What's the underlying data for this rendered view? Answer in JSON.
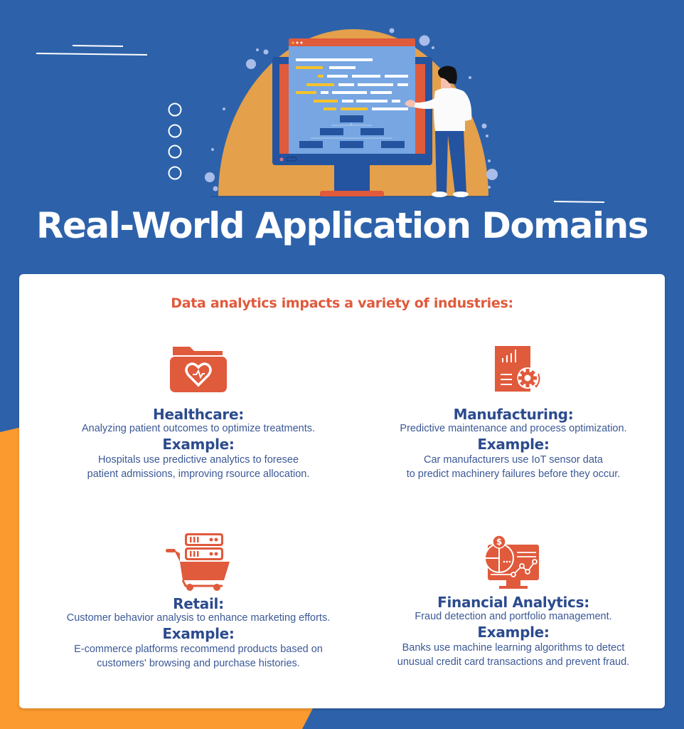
{
  "page": {
    "title": "Real-World Application Domains",
    "subtitle": "Data analytics impacts a variety of industries:"
  },
  "colors": {
    "background_blue": "#2d62ab",
    "accent_orange": "#fb9a2e",
    "icon_red": "#e05a3c",
    "heading_navy": "#2c4b8e",
    "subtitle_red": "#e05a3c",
    "card_white": "#ffffff"
  },
  "domains": [
    {
      "icon": "medical-folder-icon",
      "name": "Healthcare:",
      "description": "Analyzing patient outcomes to optimize treatments.",
      "example_label": "Example:",
      "example": "Hospitals use predictive analytics to foresee\npatient admissions, improving rsource allocation."
    },
    {
      "icon": "report-gear-icon",
      "name": "Manufacturing:",
      "description": "Predictive maintenance and process optimization.",
      "example_label": "Example:",
      "example": "Car manufacturers use IoT sensor data\nto predict machinery failures before they occur."
    },
    {
      "icon": "shopping-cart-server-icon",
      "name": "Retail:",
      "description": "Customer behavior analysis to enhance marketing efforts.",
      "example_label": "Example:",
      "example": "E-commerce platforms recommend products based on\ncustomers' browsing and purchase histories."
    },
    {
      "icon": "finance-monitor-icon",
      "name": "Financial Analytics:",
      "description": "Fraud detection and portfolio management.",
      "example_label": "Example:",
      "example": "Banks use machine learning algorithms to detect\nunusual credit card transactions and prevent fraud."
    }
  ]
}
